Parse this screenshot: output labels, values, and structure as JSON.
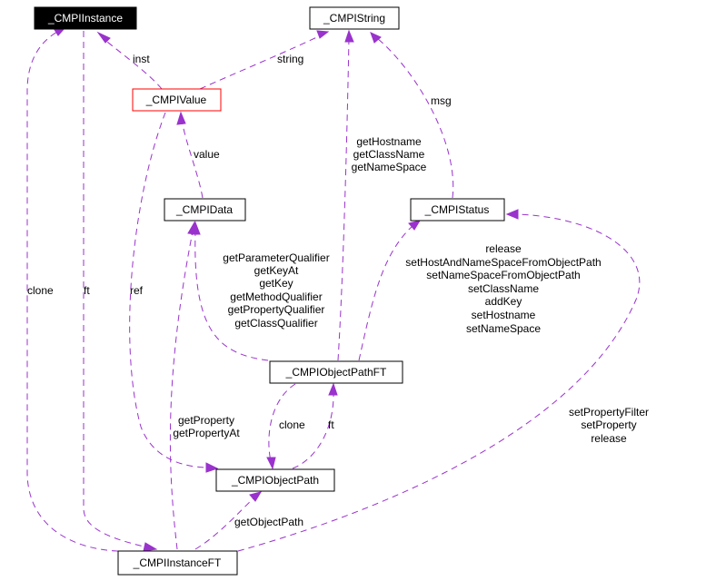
{
  "nodes": {
    "cmpi_instance": "_CMPIInstance",
    "cmpi_string": "_CMPIString",
    "cmpi_value": "_CMPIValue",
    "cmpi_data": "_CMPIData",
    "cmpi_status": "_CMPIStatus",
    "cmpi_object_path_ft": "_CMPIObjectPathFT",
    "cmpi_object_path": "_CMPIObjectPath",
    "cmpi_instance_ft": "_CMPIInstanceFT"
  },
  "edges": {
    "inst": [
      "inst"
    ],
    "string": [
      "string"
    ],
    "msg": [
      "msg"
    ],
    "value": [
      "value"
    ],
    "oppft_string": [
      "getHostname",
      "getClassName",
      "getNameSpace"
    ],
    "oppft_data": [
      "getParameterQualifier",
      "getKeyAt",
      "getKey",
      "getMethodQualifier",
      "getPropertyQualifier",
      "getClassQualifier"
    ],
    "oppft_status": [
      "release",
      "setHostAndNameSpaceFromObjectPath",
      "setNameSpaceFromObjectPath",
      "setClassName",
      "addKey",
      "setHostname",
      "setNameSpace"
    ],
    "clone_left": [
      "clone"
    ],
    "ft_left": [
      "ft"
    ],
    "ref": [
      "ref"
    ],
    "op_clone": [
      "clone"
    ],
    "op_ft": [
      "ft"
    ],
    "get_property": [
      "getProperty",
      "getPropertyAt"
    ],
    "get_object_path": [
      "getObjectPath"
    ],
    "instft_status": [
      "setPropertyFilter",
      "setProperty",
      "release"
    ]
  },
  "colors": {
    "edge": "#9a32cd",
    "root_fill": "#000000",
    "highlight_border": "#ff0000"
  }
}
